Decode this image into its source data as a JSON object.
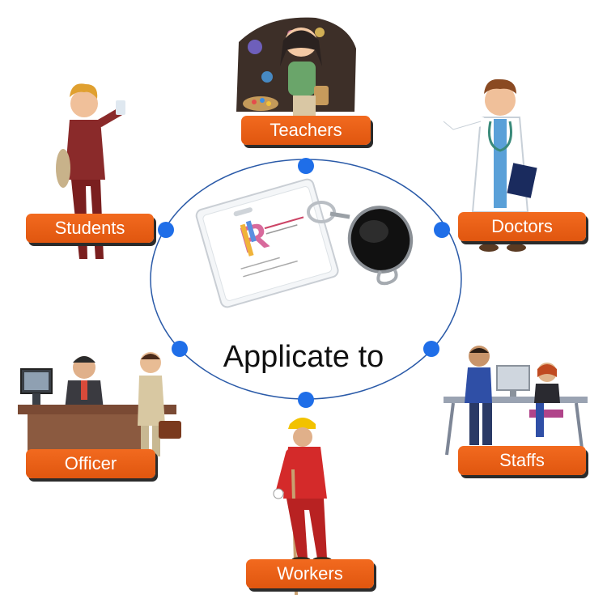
{
  "center_label": "Applicate to",
  "badge": {
    "logo_letter": "R"
  },
  "groups": [
    {
      "id": "teachers",
      "label": "Teachers"
    },
    {
      "id": "doctors",
      "label": "Doctors"
    },
    {
      "id": "staffs",
      "label": "Staffs"
    },
    {
      "id": "workers",
      "label": "Workers"
    },
    {
      "id": "officer",
      "label": "Officer"
    },
    {
      "id": "students",
      "label": "Students"
    }
  ],
  "colors": {
    "label_orange": "#ee6418",
    "node_blue": "#1f6ee8",
    "ring_line": "#2a5aa8"
  }
}
